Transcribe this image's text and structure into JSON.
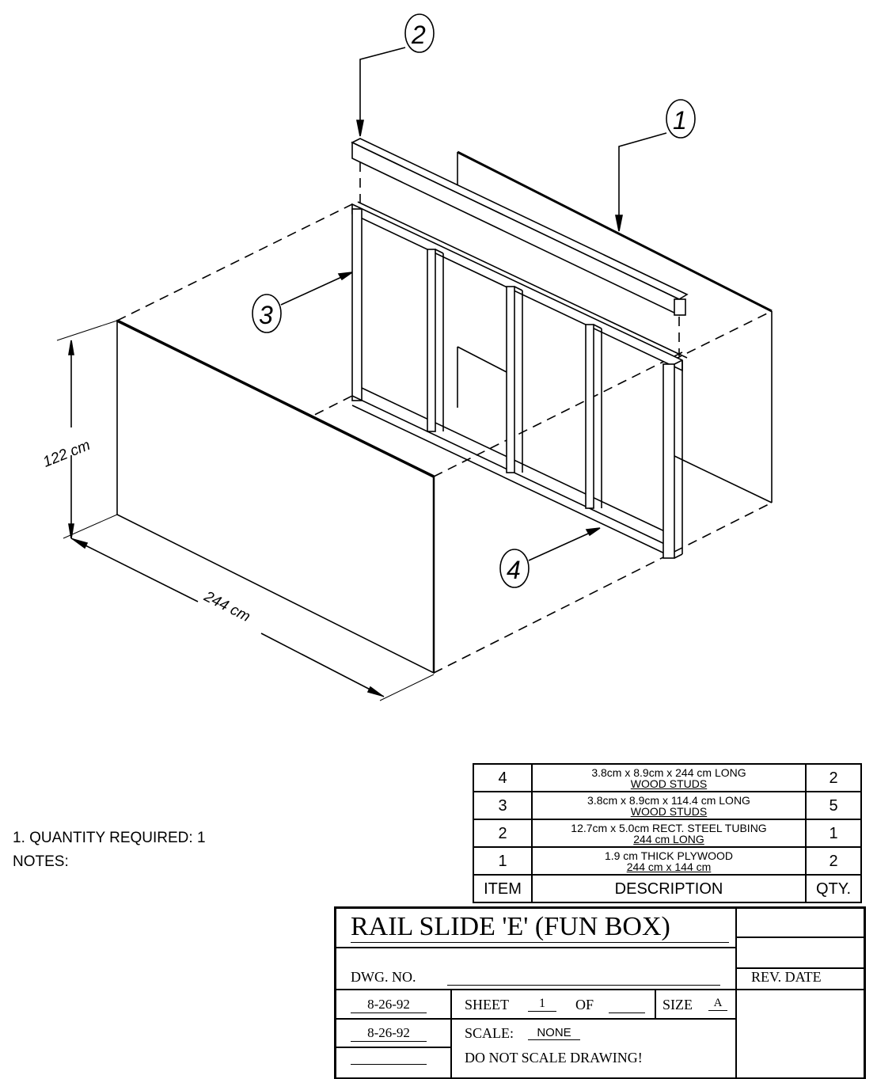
{
  "drawing": {
    "callouts": [
      "1",
      "2",
      "3",
      "4"
    ],
    "dimensions": {
      "height": "122 cm",
      "length": "244 cm"
    }
  },
  "notes": {
    "line1": "1. QUANTITY REQUIRED: 1",
    "line2": "NOTES:"
  },
  "bill_of_materials": {
    "headers": {
      "item": "ITEM",
      "description": "DESCRIPTION",
      "qty": "QTY."
    },
    "rows": [
      {
        "item": "4",
        "desc1": "3.8cm x 8.9cm x 244 cm LONG",
        "desc2": "WOOD STUDS",
        "qty": "2"
      },
      {
        "item": "3",
        "desc1": "3.8cm x 8.9cm x 114.4 cm LONG",
        "desc2": "WOOD STUDS",
        "qty": "5"
      },
      {
        "item": "2",
        "desc1": "12.7cm x 5.0cm RECT. STEEL TUBING",
        "desc2": "244 cm LONG",
        "qty": "1"
      },
      {
        "item": "1",
        "desc1": "1.9 cm THICK PLYWOOD",
        "desc2": "244 cm x 144 cm",
        "qty": "2"
      }
    ]
  },
  "title_block": {
    "title": "RAIL SLIDE 'E' (FUN BOX)",
    "dwg_no_label": "DWG. NO.",
    "rev_date_label": "REV. DATE",
    "date1": "8-26-92",
    "date2": "8-26-92",
    "sheet_label": "SHEET",
    "sheet_number": "1",
    "of_label": "OF",
    "size_label": "SIZE",
    "size_value": "A",
    "scale_label": "SCALE:",
    "scale_value": "NONE",
    "warning": "DO NOT SCALE DRAWING!"
  }
}
